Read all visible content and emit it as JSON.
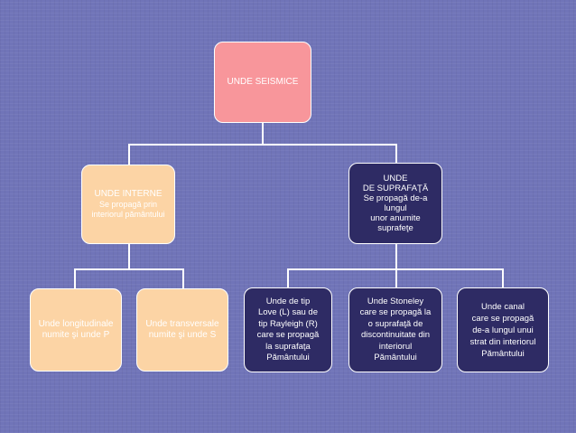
{
  "root": {
    "title": "UNDE SEISMICE"
  },
  "internal": {
    "title": "UNDE INTERNE",
    "lines": [
      "Se propagă prin",
      "interiorul pământului"
    ]
  },
  "surface": {
    "lines": [
      "UNDE",
      "DE SUPRAFAŢĂ",
      "Se propagă de-a",
      "lungul",
      "unor anumite",
      "suprafeţe"
    ]
  },
  "longitudinal": {
    "lines": [
      "Unde longitudinale",
      "numite şi unde P"
    ]
  },
  "transversal": {
    "lines": [
      "Unde transversale",
      "numite şi unde S"
    ]
  },
  "love_rayleigh": {
    "lines": [
      "Unde de tip",
      "Love (L) sau de",
      "tip Rayleigh (R)",
      "care se propagă",
      "la suprafaţa",
      "Pământului"
    ]
  },
  "stoneley": {
    "lines": [
      "Unde Stoneley",
      "care se propagă la",
      "o suprafaţă de",
      "discontinuitate din",
      "interiorul",
      "Pământului"
    ]
  },
  "channel": {
    "lines": [
      "Unde canal",
      "care se propagă",
      "de-a lungul unui",
      "strat din interiorul",
      "Pământului"
    ]
  },
  "colors": {
    "background": "#7074b8",
    "root_fill": "#f8969b",
    "internal_fill": "#fcd4a5",
    "surface_fill": "#2e2b64",
    "connector": "#ffffff"
  }
}
